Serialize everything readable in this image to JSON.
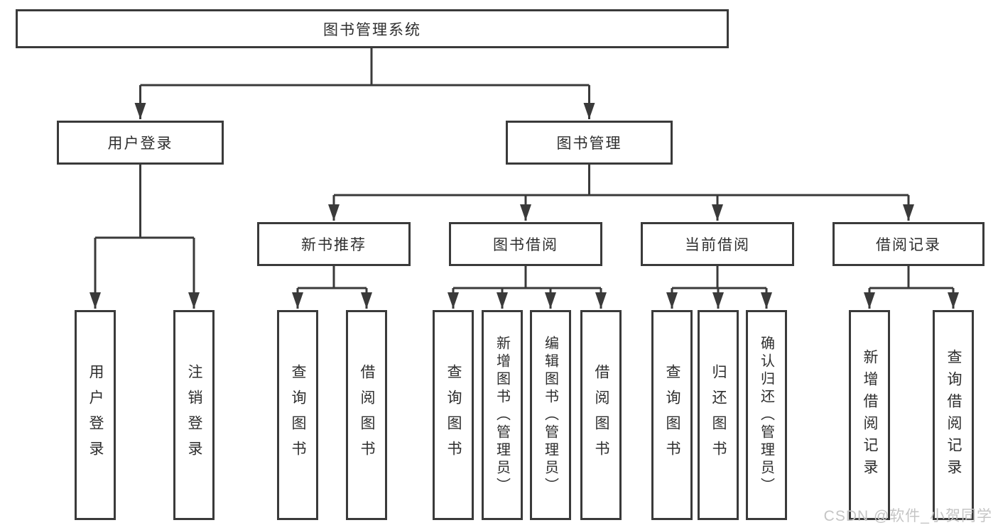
{
  "tree": {
    "root": {
      "label": "图书管理系统",
      "children": [
        {
          "label": "用户登录",
          "children": [
            {
              "label": "用户登录"
            },
            {
              "label": "注销登录"
            }
          ]
        },
        {
          "label": "图书管理",
          "children": [
            {
              "label": "新书推荐",
              "children": [
                {
                  "label": "查询图书"
                },
                {
                  "label": "借阅图书"
                }
              ]
            },
            {
              "label": "图书借阅",
              "children": [
                {
                  "label": "查询图书"
                },
                {
                  "label": "新增图书（管理员）"
                },
                {
                  "label": "编辑图书（管理员）"
                },
                {
                  "label": "借阅图书"
                }
              ]
            },
            {
              "label": "当前借阅",
              "children": [
                {
                  "label": "查询图书"
                },
                {
                  "label": "归还图书"
                },
                {
                  "label": "确认归还（管理员）"
                }
              ]
            },
            {
              "label": "借阅记录",
              "children": [
                {
                  "label": "新增借阅记录"
                },
                {
                  "label": "查询借阅记录"
                }
              ]
            }
          ]
        }
      ]
    }
  },
  "watermark": {
    "text": "CSDN @软件_小贺同学"
  },
  "colors": {
    "line": "#3a3a3a",
    "text": "#2e2e2e",
    "watermark": "#c5c5c5",
    "background": "#ffffff"
  }
}
